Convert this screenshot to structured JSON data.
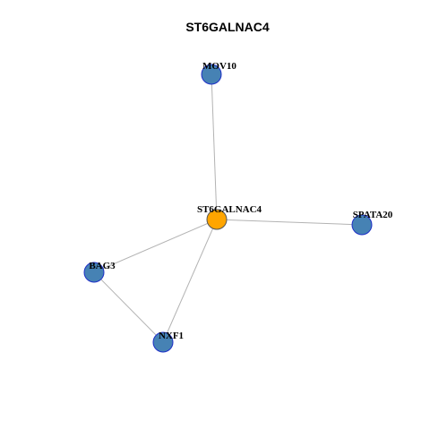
{
  "title": "ST6GALNAC4",
  "colors": {
    "center_fill": "#FFA500",
    "center_stroke": "#555555",
    "neighbor_fill": "#4682B4",
    "neighbor_stroke": "#1E2FC8",
    "edge": "#B3B3B3"
  },
  "nodes": [
    {
      "id": "MOV10",
      "label": "MOV10",
      "role": "neighbor"
    },
    {
      "id": "ST6GALNAC4",
      "label": "ST6GALNAC4",
      "role": "center"
    },
    {
      "id": "SPATA20",
      "label": "SPATA20",
      "role": "neighbor"
    },
    {
      "id": "BAG3",
      "label": "BAG3",
      "role": "neighbor"
    },
    {
      "id": "NXF1",
      "label": "NXF1",
      "role": "neighbor"
    }
  ],
  "edges": [
    {
      "source": "ST6GALNAC4",
      "target": "MOV10"
    },
    {
      "source": "ST6GALNAC4",
      "target": "SPATA20"
    },
    {
      "source": "ST6GALNAC4",
      "target": "BAG3"
    },
    {
      "source": "ST6GALNAC4",
      "target": "NXF1"
    },
    {
      "source": "BAG3",
      "target": "NXF1"
    }
  ]
}
